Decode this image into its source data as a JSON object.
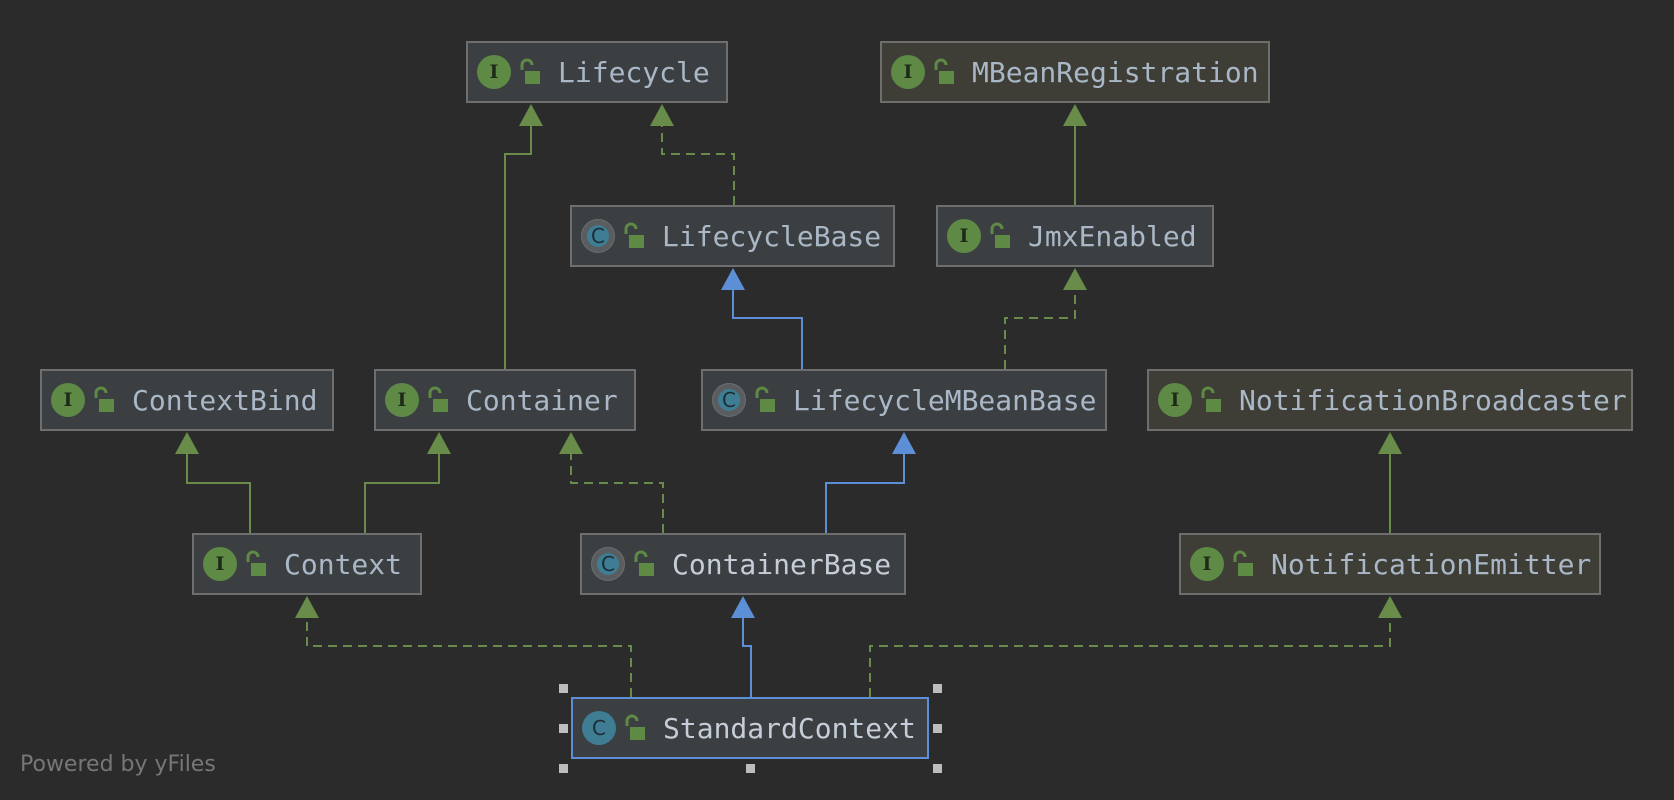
{
  "colors": {
    "background": "#2b2b2b",
    "interface_edge": "#6a8c4a",
    "class_edge": "#5d8fd6",
    "selected_border": "#5d8fd6"
  },
  "nodes": {
    "lifecycle": {
      "label": "Lifecycle",
      "kind": "interface",
      "icon": "interface-icon"
    },
    "mbean_registration": {
      "label": "MBeanRegistration",
      "kind": "interface",
      "icon": "interface-icon"
    },
    "lifecycle_base": {
      "label": "LifecycleBase",
      "kind": "abstract-class",
      "icon": "abstract-class-icon"
    },
    "jmx_enabled": {
      "label": "JmxEnabled",
      "kind": "interface",
      "icon": "interface-icon"
    },
    "context_bind": {
      "label": "ContextBind",
      "kind": "interface",
      "icon": "interface-icon"
    },
    "container": {
      "label": "Container",
      "kind": "interface",
      "icon": "interface-icon"
    },
    "lifecycle_mbean_base": {
      "label": "LifecycleMBeanBase",
      "kind": "abstract-class",
      "icon": "abstract-class-icon"
    },
    "notification_broadcaster": {
      "label": "NotificationBroadcaster",
      "kind": "interface",
      "icon": "interface-icon"
    },
    "context": {
      "label": "Context",
      "kind": "interface",
      "icon": "interface-icon"
    },
    "container_base": {
      "label": "ContainerBase",
      "kind": "abstract-class",
      "icon": "abstract-class-icon"
    },
    "notification_emitter": {
      "label": "NotificationEmitter",
      "kind": "interface",
      "icon": "interface-icon"
    },
    "standard_context": {
      "label": "StandardContext",
      "kind": "class",
      "icon": "class-icon",
      "selected": true
    }
  },
  "edges": [
    {
      "from": "container",
      "to": "lifecycle",
      "type": "extends-interface"
    },
    {
      "from": "lifecycle_base",
      "to": "lifecycle",
      "type": "implements"
    },
    {
      "from": "jmx_enabled",
      "to": "mbean_registration",
      "type": "extends-interface"
    },
    {
      "from": "lifecycle_mbean_base",
      "to": "lifecycle_base",
      "type": "extends-class"
    },
    {
      "from": "lifecycle_mbean_base",
      "to": "jmx_enabled",
      "type": "implements"
    },
    {
      "from": "context",
      "to": "context_bind",
      "type": "extends-interface"
    },
    {
      "from": "context",
      "to": "container",
      "type": "extends-interface"
    },
    {
      "from": "container_base",
      "to": "container",
      "type": "implements"
    },
    {
      "from": "container_base",
      "to": "lifecycle_mbean_base",
      "type": "extends-class"
    },
    {
      "from": "notification_emitter",
      "to": "notification_broadcaster",
      "type": "extends-interface"
    },
    {
      "from": "standard_context",
      "to": "context",
      "type": "implements"
    },
    {
      "from": "standard_context",
      "to": "container_base",
      "type": "extends-class"
    },
    {
      "from": "standard_context",
      "to": "notification_emitter",
      "type": "implements"
    }
  ],
  "watermark": "Powered by yFiles"
}
